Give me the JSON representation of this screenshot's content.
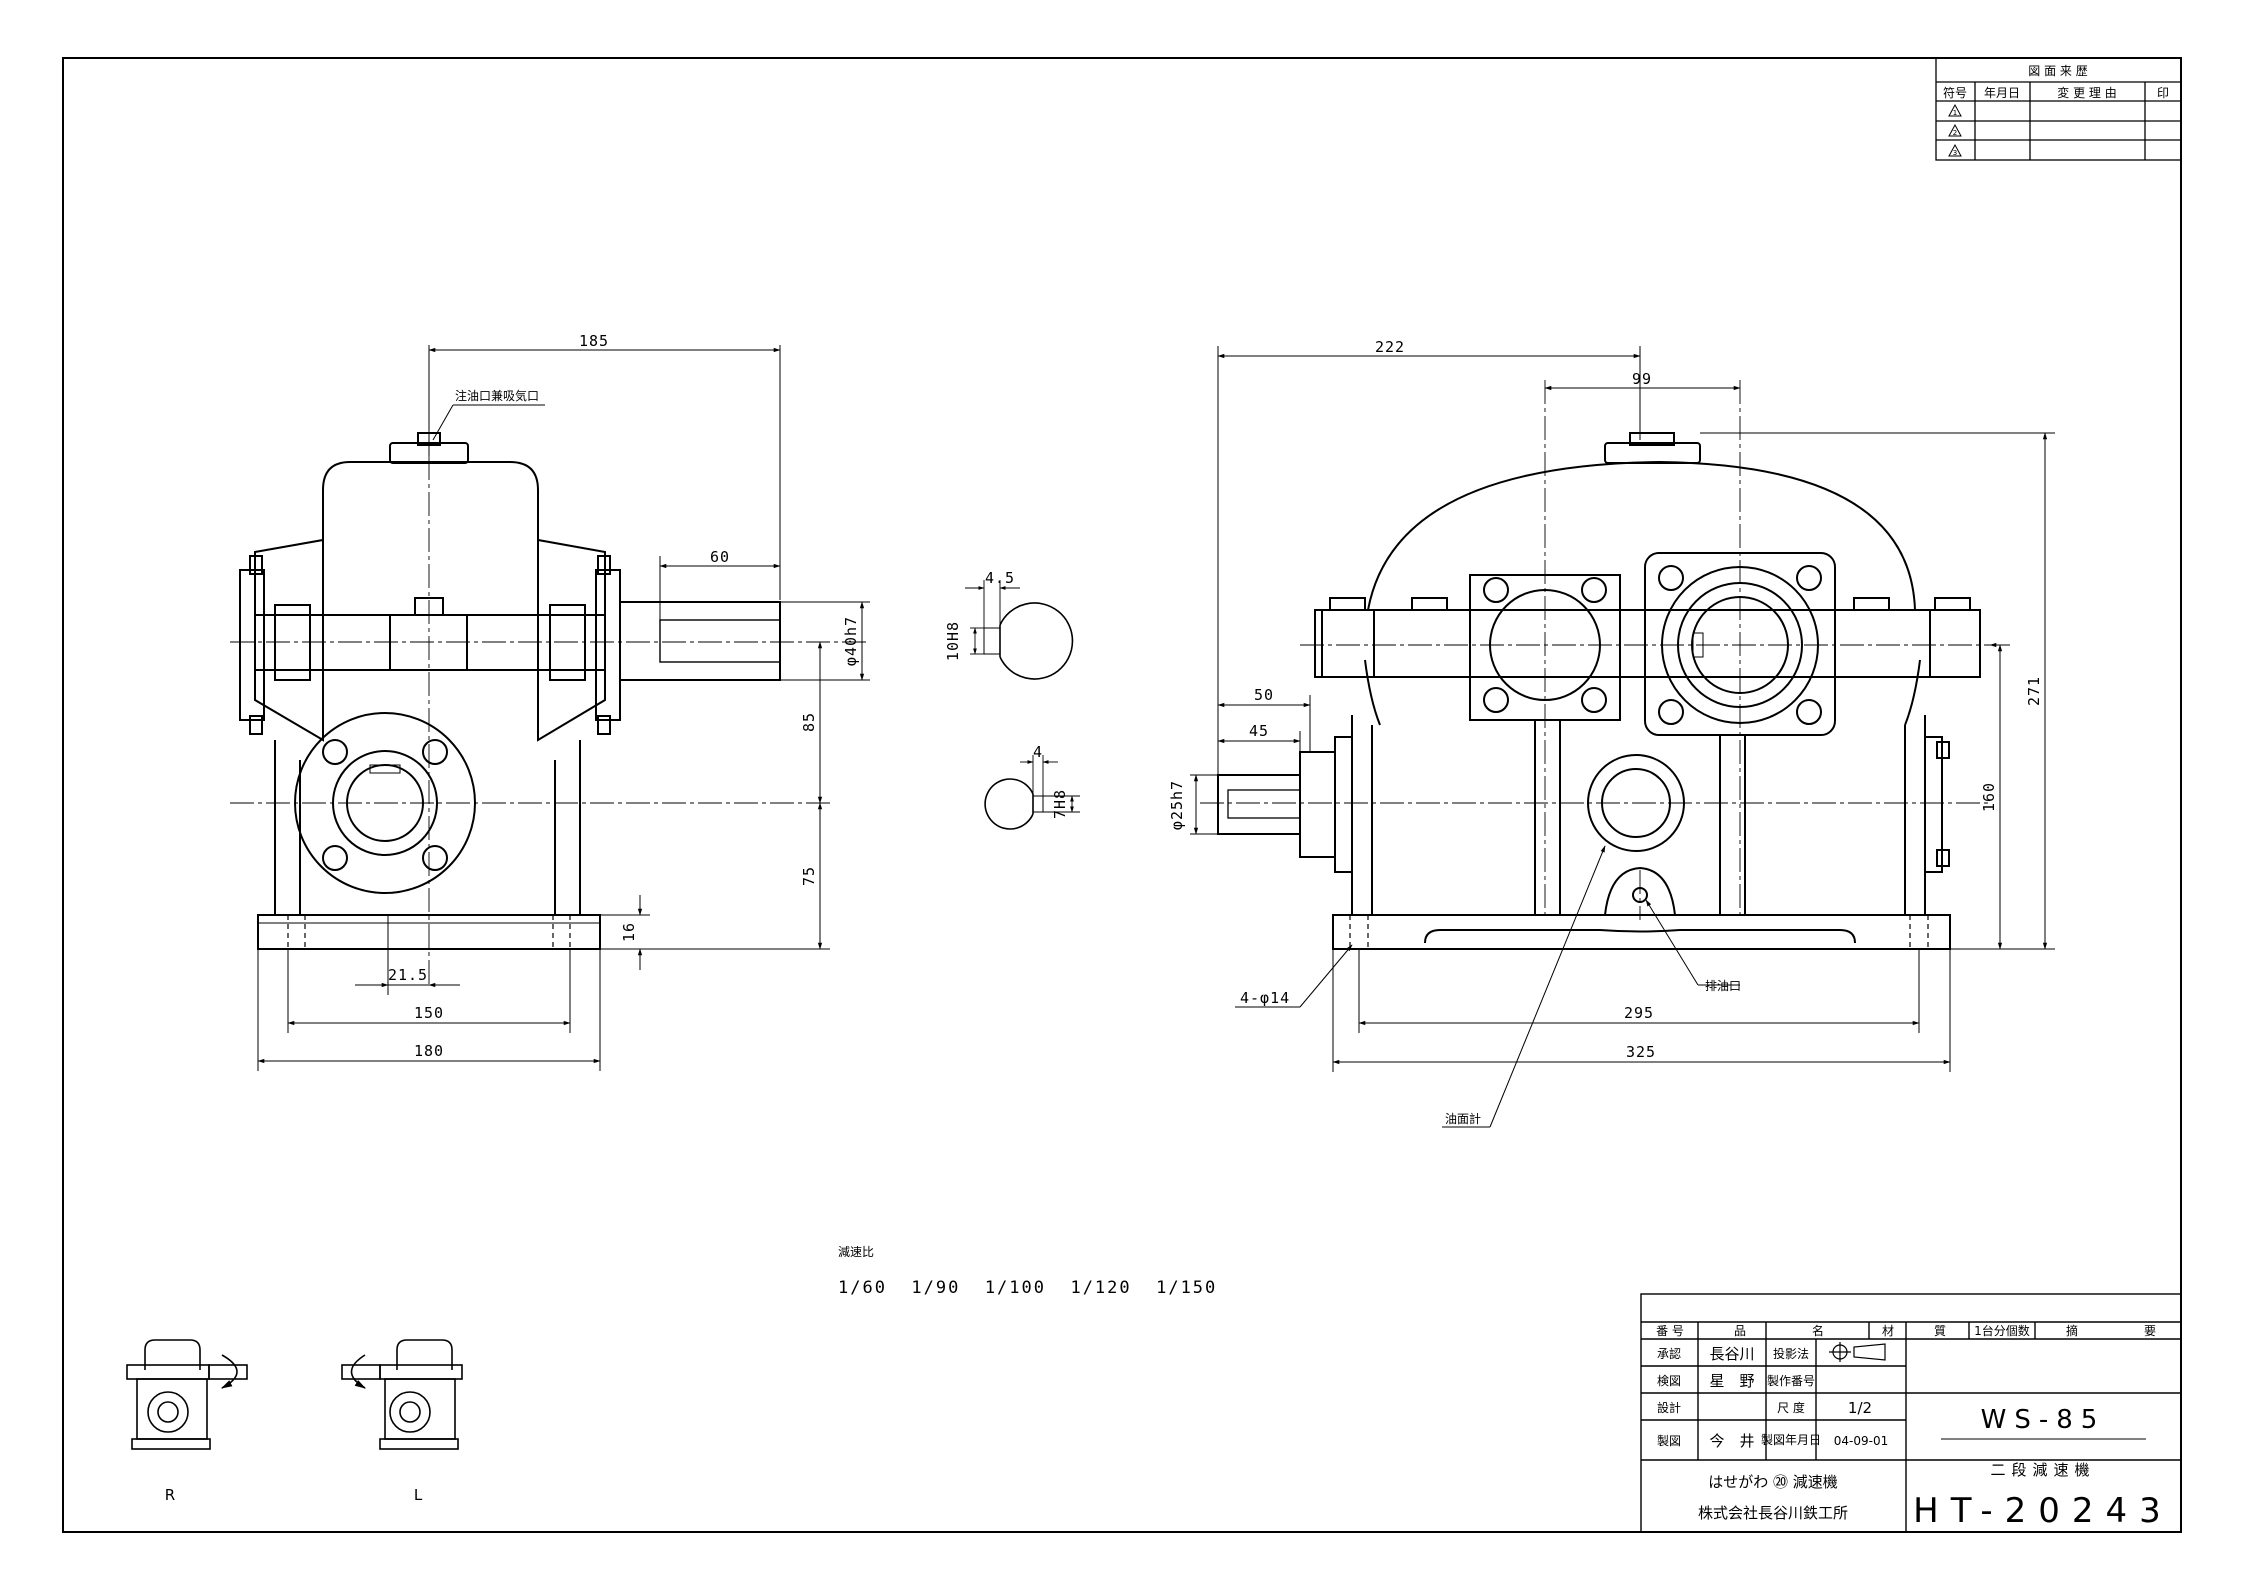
{
  "revision_table": {
    "title": "図 面 来 歴",
    "headers": [
      "符号",
      "年月日",
      "変 更 理 由",
      "印"
    ],
    "marks": [
      "1",
      "2",
      "3"
    ]
  },
  "front_view": {
    "dims": {
      "width_185": "185",
      "shaft_60": "60",
      "shaft_dia": "φ40h7",
      "h85": "85",
      "h75": "75",
      "base_16": "16",
      "off_21_5": "21.5",
      "w150": "150",
      "w180": "180"
    },
    "labels": {
      "oil_fill": "注油口兼吸気口"
    }
  },
  "keyway_details": {
    "a_width": "4.5",
    "a_depth": "10H8",
    "b_width": "4",
    "b_depth": "7H8"
  },
  "side_view": {
    "dims": {
      "w222": "222",
      "c99": "99",
      "h271": "271",
      "h160": "160",
      "s50": "50",
      "s45": "45",
      "shaft_dia": "φ25h7",
      "holes": "4-φ14",
      "w295": "295",
      "w325": "325"
    },
    "labels": {
      "drain": "排油口",
      "gauge": "油面計"
    }
  },
  "ratios": {
    "title": "減速比",
    "values": "1/60  1/90  1/100  1/120  1/150"
  },
  "hand_views": {
    "right": "R",
    "left": "L"
  },
  "title_block": {
    "headers": [
      "番 号",
      "品",
      "名",
      "材",
      "質",
      "1台分個数",
      "摘",
      "要"
    ],
    "approve_label": "承認",
    "approve_name": "長谷川",
    "check_label": "検図",
    "check_name": "星　野",
    "design_label": "設計",
    "design_name": "",
    "draw_label": "製図",
    "draw_name": "今　井",
    "projection_label": "投影法",
    "serial_label": "製作番号",
    "serial_value": "",
    "scale_label": "尺 度",
    "scale_value": "1/2",
    "date_label": "製図年月日",
    "date_value": "04-09-01",
    "model": "WS-85",
    "product": "二段減速機",
    "brand": "はせがわ ⑳ 減速機",
    "company": "株式会社長谷川鉄工所",
    "drawing_no": "HT-20243"
  }
}
